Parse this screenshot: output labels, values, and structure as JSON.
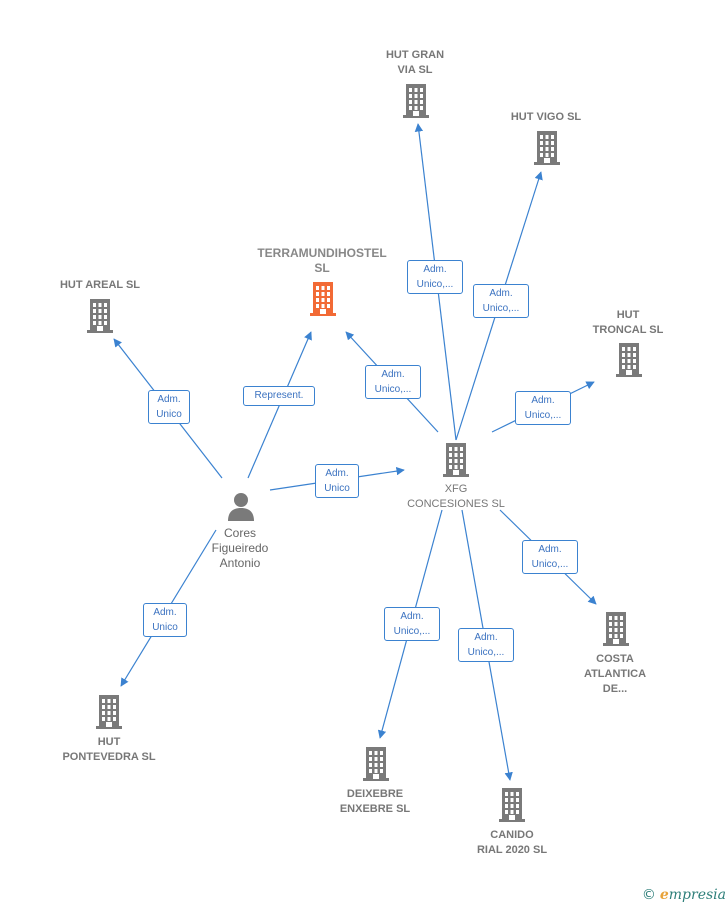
{
  "nodes": [
    {
      "id": "hut-gran-via",
      "label": [
        "HUT GRAN",
        "VIA SL"
      ],
      "kind": "company"
    },
    {
      "id": "hut-vigo",
      "label": [
        "HUT VIGO SL"
      ],
      "kind": "company"
    },
    {
      "id": "terramundihostel",
      "label": [
        "TERRAMUNDIHOSTEL",
        "SL"
      ],
      "kind": "company-highlight"
    },
    {
      "id": "hut-areal",
      "label": [
        "HUT AREAL SL"
      ],
      "kind": "company"
    },
    {
      "id": "hut-troncal",
      "label": [
        "HUT",
        "TRONCAL SL"
      ],
      "kind": "company"
    },
    {
      "id": "xfg-concesiones",
      "label": [
        "XFG",
        "CONCESIONES SL"
      ],
      "kind": "company-center"
    },
    {
      "id": "cores-figueiredo",
      "label": [
        "Cores",
        "Figueiredo",
        "Antonio"
      ],
      "kind": "person"
    },
    {
      "id": "costa-atlantica",
      "label": [
        "COSTA",
        "ATLANTICA",
        "DE..."
      ],
      "kind": "company"
    },
    {
      "id": "hut-pontevedra",
      "label": [
        "HUT",
        "PONTEVEDRA SL"
      ],
      "kind": "company"
    },
    {
      "id": "deixebre",
      "label": [
        "DEIXEBRE",
        "ENXEBRE SL"
      ],
      "kind": "company"
    },
    {
      "id": "canido",
      "label": [
        "CANIDO",
        "RIAL 2020  SL"
      ],
      "kind": "company"
    }
  ],
  "edges": [
    {
      "from": "xfg-concesiones",
      "to": "hut-gran-via",
      "label": [
        "Adm.",
        "Unico,..."
      ]
    },
    {
      "from": "xfg-concesiones",
      "to": "hut-vigo",
      "label": [
        "Adm.",
        "Unico,..."
      ]
    },
    {
      "from": "xfg-concesiones",
      "to": "terramundihostel",
      "label": [
        "Adm.",
        "Unico,..."
      ]
    },
    {
      "from": "xfg-concesiones",
      "to": "hut-troncal",
      "label": [
        "Adm.",
        "Unico,..."
      ]
    },
    {
      "from": "xfg-concesiones",
      "to": "costa-atlantica",
      "label": [
        "Adm.",
        "Unico,..."
      ]
    },
    {
      "from": "xfg-concesiones",
      "to": "deixebre",
      "label": [
        "Adm.",
        "Unico,..."
      ]
    },
    {
      "from": "xfg-concesiones",
      "to": "canido",
      "label": [
        "Adm.",
        "Unico,..."
      ]
    },
    {
      "from": "cores-figueiredo",
      "to": "hut-areal",
      "label": [
        "Adm.",
        "Unico"
      ]
    },
    {
      "from": "cores-figueiredo",
      "to": "terramundihostel",
      "label": [
        "Represent."
      ]
    },
    {
      "from": "cores-figueiredo",
      "to": "xfg-concesiones",
      "label": [
        "Adm.",
        "Unico"
      ]
    },
    {
      "from": "cores-figueiredo",
      "to": "hut-pontevedra",
      "label": [
        "Adm.",
        "Unico"
      ]
    }
  ],
  "colors": {
    "edge": "#3b82d0",
    "building": "#7a7a7a",
    "building_highlight": "#f26a35",
    "person": "#7a7a7a"
  },
  "brand": {
    "copyright": "©",
    "initial": "e",
    "rest": "mpresia"
  }
}
